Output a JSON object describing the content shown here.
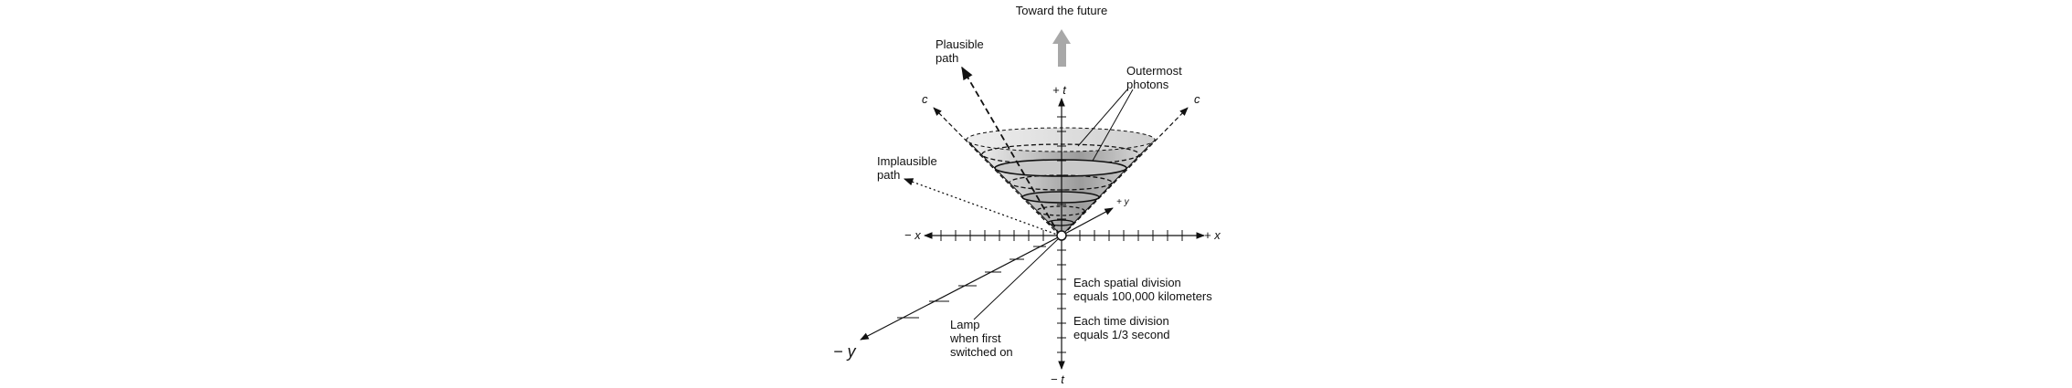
{
  "title": "Toward the future",
  "labels": {
    "plausible": [
      "Plausible",
      "path"
    ],
    "implausible": [
      "Implausible",
      "path"
    ],
    "photons": [
      "Outermost",
      "photons"
    ],
    "lamp": [
      "Lamp",
      "when first",
      "switched on"
    ],
    "spatial_note": [
      "Each spatial division",
      "equals 100,000 kilometers"
    ],
    "time_note": [
      "Each time division",
      "equals 1/3 second"
    ]
  },
  "axes": {
    "plus_t": "+ t",
    "minus_t": "− t",
    "plus_x": "+ x",
    "minus_x": "− x",
    "plus_y": "+ y",
    "minus_y": "− y",
    "c_left": "c",
    "c_right": "c"
  },
  "colors": {
    "cone_fill_light": "#e6e6e6",
    "cone_fill_dark": "#9a9a9a",
    "arrow_gray": "#a8a8a8",
    "ink": "#111111"
  }
}
